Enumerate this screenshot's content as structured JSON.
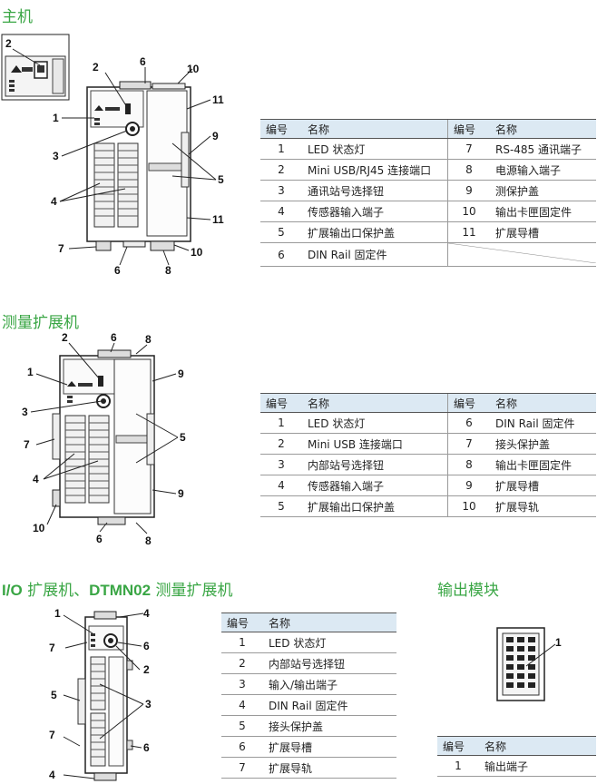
{
  "sections": {
    "main": {
      "title": "主机"
    },
    "measure": {
      "title": "测量扩展机"
    },
    "io": {
      "title_a": "I/O",
      "title_b": " 扩展机、",
      "title_c": "DTMN02",
      "title_d": " 测量扩展机"
    },
    "output": {
      "title": "输出模块"
    }
  },
  "table_headers": {
    "num": "编号",
    "name": "名称"
  },
  "main_table": {
    "left": [
      {
        "n": "1",
        "name": "LED 状态灯"
      },
      {
        "n": "2",
        "name": "Mini USB/RJ45 连接端口"
      },
      {
        "n": "3",
        "name": "通讯站号选择钮"
      },
      {
        "n": "4",
        "name": "传感器输入端子"
      },
      {
        "n": "5",
        "name": "扩展输出口保护盖"
      },
      {
        "n": "6",
        "name": "DIN Rail 固定件"
      }
    ],
    "right": [
      {
        "n": "7",
        "name": "RS-485 通讯端子"
      },
      {
        "n": "8",
        "name": "电源输入端子"
      },
      {
        "n": "9",
        "name": "测保护盖"
      },
      {
        "n": "10",
        "name": "输出卡匣固定件"
      },
      {
        "n": "11",
        "name": "扩展导槽"
      }
    ]
  },
  "measure_table": {
    "left": [
      {
        "n": "1",
        "name": "LED 状态灯"
      },
      {
        "n": "2",
        "name": "Mini USB 连接端口"
      },
      {
        "n": "3",
        "name": "内部站号选择钮"
      },
      {
        "n": "4",
        "name": "传感器输入端子"
      },
      {
        "n": "5",
        "name": "扩展输出口保护盖"
      }
    ],
    "right": [
      {
        "n": "6",
        "name": "DIN Rail 固定件"
      },
      {
        "n": "7",
        "name": "接头保护盖"
      },
      {
        "n": "8",
        "name": "输出卡匣固定件"
      },
      {
        "n": "9",
        "name": "扩展导槽"
      },
      {
        "n": "10",
        "name": "扩展导轨"
      }
    ]
  },
  "io_table": [
    {
      "n": "1",
      "name": "LED 状态灯"
    },
    {
      "n": "2",
      "name": "内部站号选择钮"
    },
    {
      "n": "3",
      "name": "输入/输出端子"
    },
    {
      "n": "4",
      "name": "DIN Rail 固定件"
    },
    {
      "n": "5",
      "name": "接头保护盖"
    },
    {
      "n": "6",
      "name": "扩展导槽"
    },
    {
      "n": "7",
      "name": "扩展导轨"
    }
  ],
  "output_table": [
    {
      "n": "1",
      "name": "输出端子"
    }
  ],
  "callouts": {
    "main": [
      "1",
      "2",
      "3",
      "4",
      "5",
      "6",
      "7",
      "8",
      "9",
      "10",
      "11",
      "2"
    ],
    "measure": [
      "1",
      "2",
      "3",
      "4",
      "5",
      "6",
      "7",
      "8",
      "9",
      "10"
    ],
    "io": [
      "1",
      "2",
      "3",
      "4",
      "5",
      "6",
      "7"
    ],
    "output": [
      "1"
    ]
  },
  "colors": {
    "accent": "#3aa645",
    "header_bg": "#dce9f3"
  }
}
